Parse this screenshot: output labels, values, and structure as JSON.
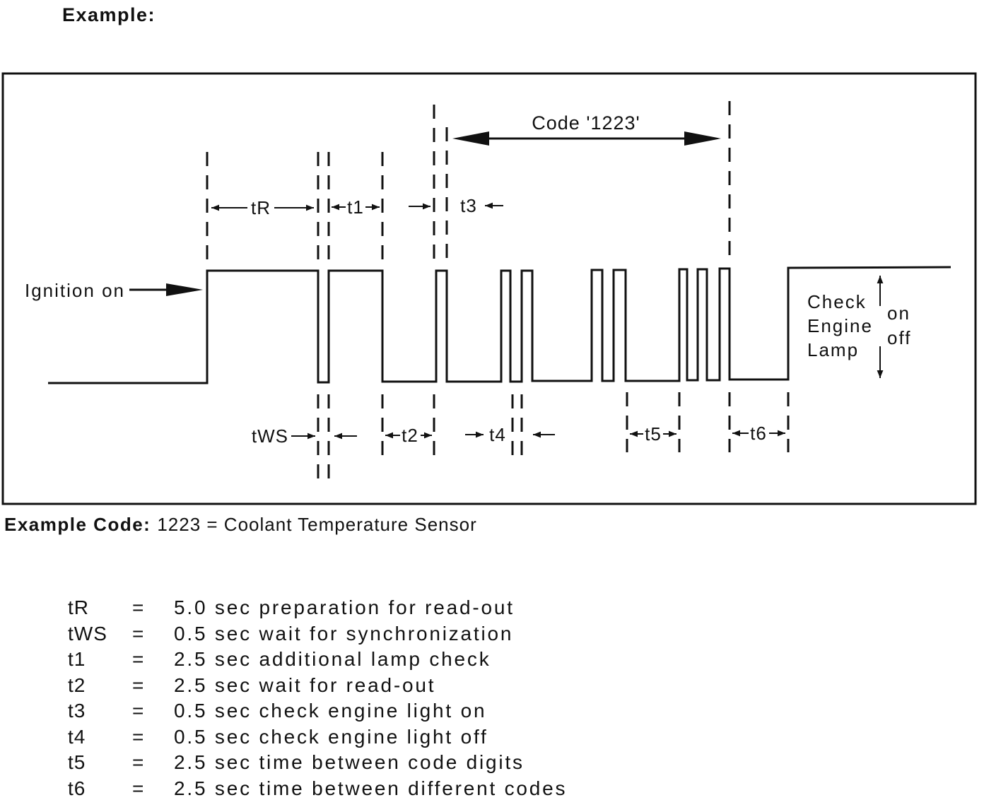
{
  "heading": "Example:",
  "diagram": {
    "code_label": "Code '1223'",
    "ignition_label": "Ignition on",
    "lamp": {
      "line1": "Check",
      "line2": "Engine",
      "line3": "Lamp",
      "on": "on",
      "off": "off"
    },
    "intervals": {
      "tR": "tR",
      "t1": "t1",
      "t3": "t3",
      "tWS": "tWS",
      "t2": "t2",
      "t4": "t4",
      "t5": "t5",
      "t6": "t6"
    }
  },
  "caption": {
    "label": "Example Code:",
    "text": "1223 = Coolant Temperature Sensor"
  },
  "legend": [
    {
      "symbol": "tR",
      "eq": "=",
      "desc": "5.0 sec preparation for read-out"
    },
    {
      "symbol": "tWS",
      "eq": "=",
      "desc": "0.5 sec wait for synchronization"
    },
    {
      "symbol": "t1",
      "eq": "=",
      "desc": "2.5 sec additional lamp check"
    },
    {
      "symbol": "t2",
      "eq": "=",
      "desc": "2.5 sec wait for read-out"
    },
    {
      "symbol": "t3",
      "eq": "=",
      "desc": "0.5 sec check engine light on"
    },
    {
      "symbol": "t4",
      "eq": "=",
      "desc": "0.5 sec check engine light off"
    },
    {
      "symbol": "t5",
      "eq": "=",
      "desc": "2.5 sec time between code digits"
    },
    {
      "symbol": "t6",
      "eq": "=",
      "desc": "2.5 sec time between different codes"
    }
  ]
}
